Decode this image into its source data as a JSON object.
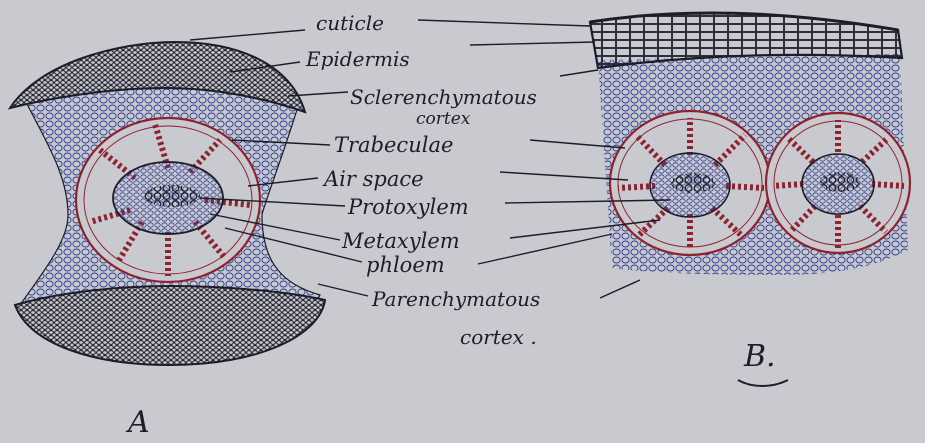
{
  "labels": {
    "cuticle": "cuticle",
    "epidermis": "Epidermis",
    "sclerenchyma_line1": "Sclerenchymatous",
    "sclerenchyma_line2": "cortex",
    "trabeculae": "Trabeculae",
    "air_space": "Air space",
    "protoxylem": "Protoxylem",
    "metaxylem": "Metaxylem",
    "phloem": "phloem",
    "parenchyma_line1": "Parenchymatous",
    "parenchyma_line2": "cortex ."
  },
  "figure_labels": {
    "a": "A",
    "b": "B."
  },
  "colors": {
    "paper": "#c9cacf",
    "ink_dark": "#1d1d2a",
    "ink_blue": "#2c3a8f",
    "ink_red": "#8e2330"
  }
}
